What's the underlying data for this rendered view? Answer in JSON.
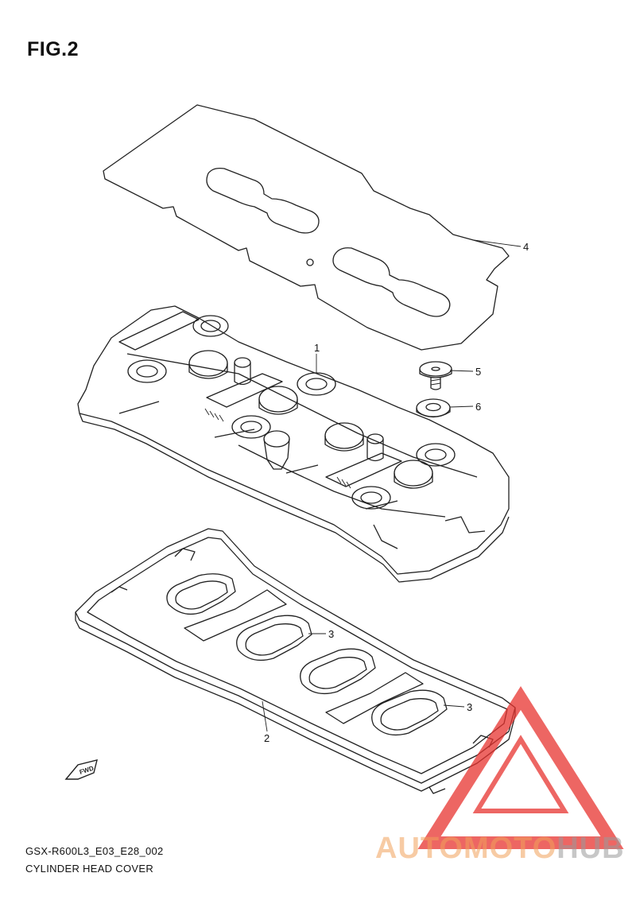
{
  "figure": {
    "title": "FIG.2",
    "code": "GSX-R600L3_E03_E28_002",
    "name": "CYLINDER HEAD COVER",
    "fwd_label": "FWD"
  },
  "callouts": [
    {
      "id": "1",
      "label": "1"
    },
    {
      "id": "2",
      "label": "2"
    },
    {
      "id": "3a",
      "label": "3"
    },
    {
      "id": "3b",
      "label": "3"
    },
    {
      "id": "4",
      "label": "4"
    },
    {
      "id": "5",
      "label": "5"
    },
    {
      "id": "6",
      "label": "6"
    }
  ],
  "watermark": {
    "part1": "AUTOMOTO",
    "part2": "HUB",
    "color_accent": "#e8332f",
    "color_orange": "#f2a15b",
    "color_gray": "#9a9a9a"
  }
}
